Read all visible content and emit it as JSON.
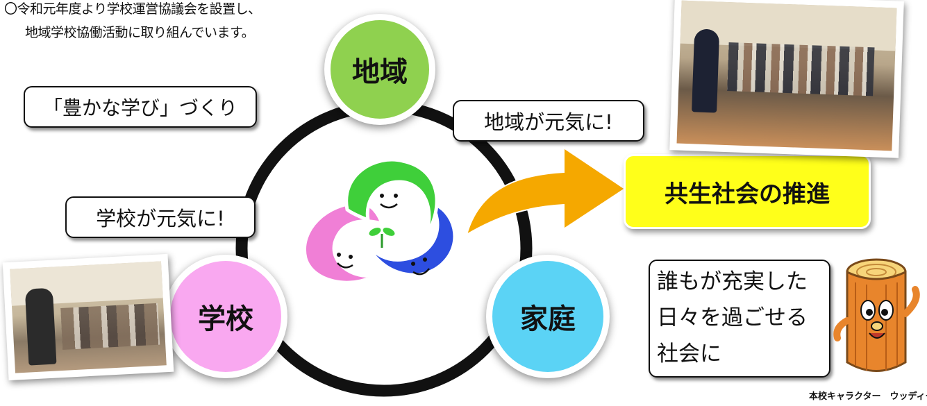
{
  "intro": {
    "line1": "〇令和元年度より学校運営協議会を設置し、",
    "line2": "地域学校協働活動に取り組んでいます。"
  },
  "callouts": {
    "yutakana": "「豊かな学び」づくり",
    "chiiki_genki": "地域が元気に!",
    "gakko_genki": "学校が元気に!"
  },
  "circles": {
    "chiiki": "地域",
    "gakko": "学校",
    "katei": "家庭"
  },
  "goal": "共生社会の推進",
  "message": [
    "誰もが充実した",
    "日々を過ごせる",
    "社会に"
  ],
  "caption": "本校キャラクター　ウッディーくん",
  "colors": {
    "chiiki": "#8fd14f",
    "gakko": "#f9a8f0",
    "katei": "#5bd3f5",
    "goal": "#ffff1a",
    "arrow": "#f5a800",
    "ring": "#111111"
  }
}
